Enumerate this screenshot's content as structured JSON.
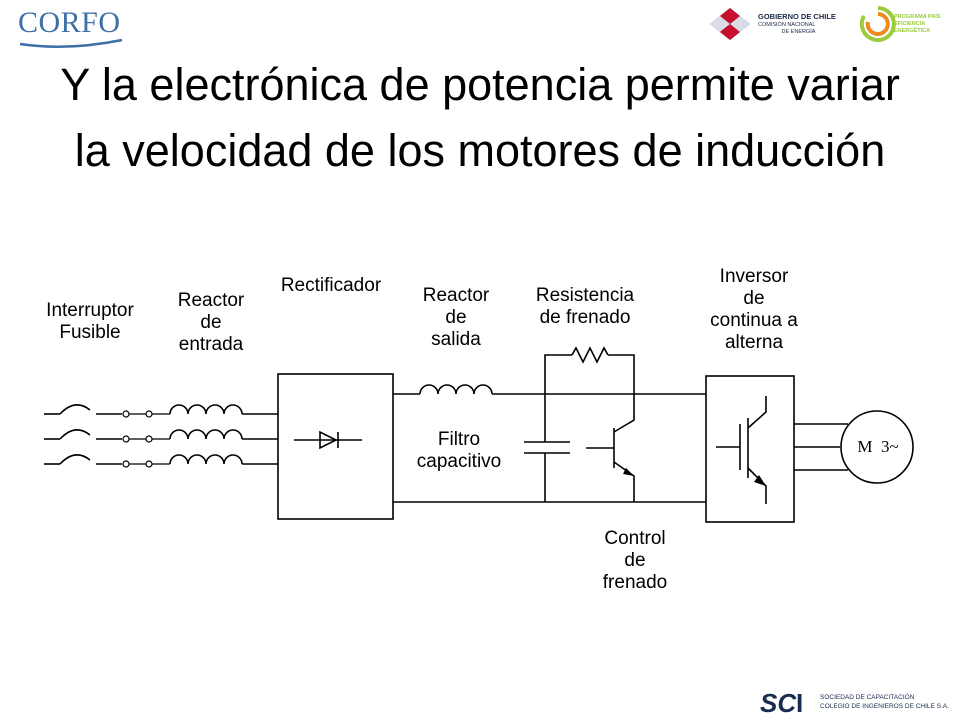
{
  "header": {
    "corfo_logo_text": "CORFO",
    "gobierno_logo": {
      "title": "GOBIERNO DE CHILE",
      "subtitle": "COMISIÓN NACIONAL\nDE ENERGÍA"
    },
    "programa_logo": {
      "text": "PROGRAMA PAÍS\nEFICIENCIA\nENERGÉTICA"
    }
  },
  "slide": {
    "title": "Y la electrónica de potencia permite variar la velocidad de los motores de inducción"
  },
  "diagram": {
    "labels": {
      "interruptor": "Interruptor\nFusible",
      "reactor_entrada": "Reactor\nde\nentrada",
      "rectificador": "Rectificador",
      "reactor_salida": "Reactor\nde\nsalida",
      "resistencia": "Resistencia\nde frenado",
      "inversor": "Inversor\nde\ncontinua a\nalterna",
      "filtro": "Filtro\ncapacitivo",
      "control": "Control\nde\nfrenado",
      "motor": "M  3~"
    }
  },
  "footer": {
    "scci_logo": {
      "line1": "SOCIEDAD DE CAPACITACIÓN",
      "line2": "COLEGIO DE INGENIEROS DE CHILE S.A."
    }
  },
  "colors": {
    "corfo_blue": "#3d6fa8",
    "gobierno_red": "#c8102e",
    "gobierno_blue": "#1b3f7a",
    "programa_green": "#9acb3c",
    "programa_orange": "#f18a1c",
    "diagram_line": "#000000"
  }
}
